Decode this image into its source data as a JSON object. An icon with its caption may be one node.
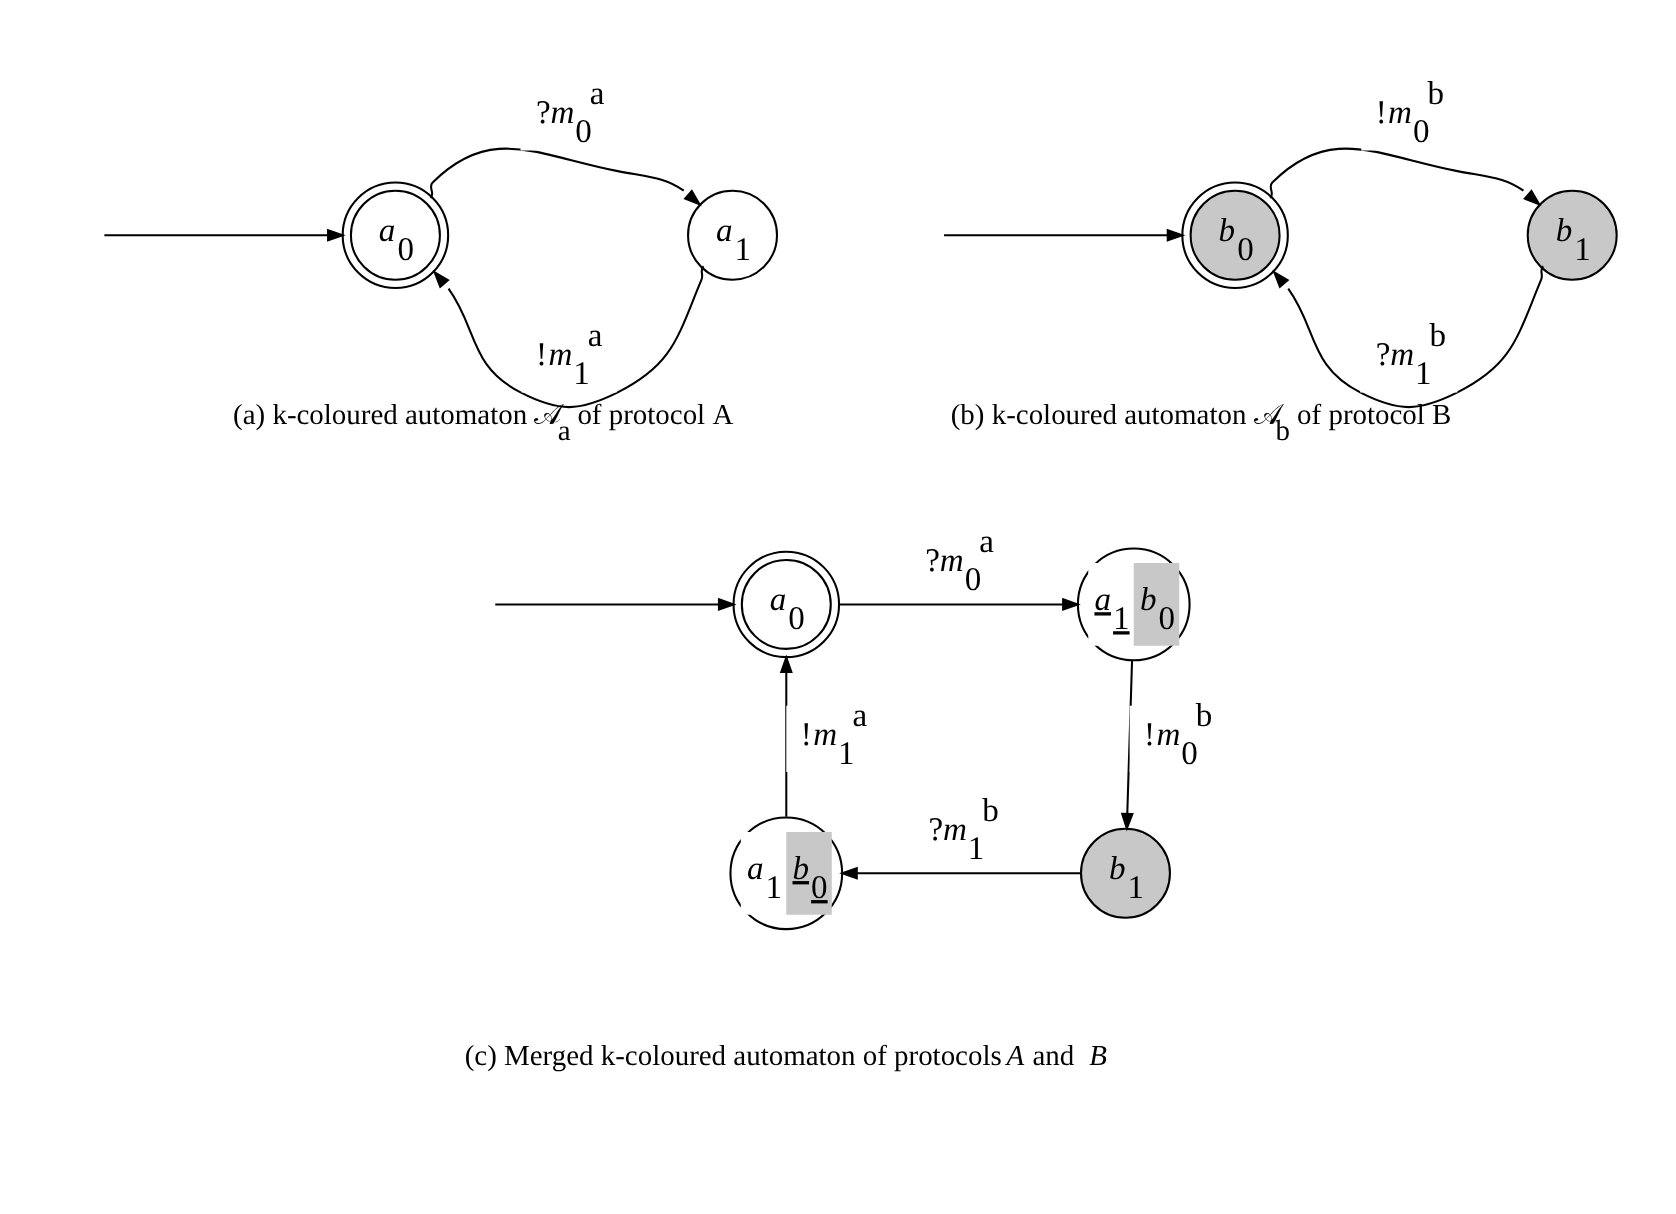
{
  "diagram": {
    "nodes": [
      {
        "text": [
          "*a*$_{0}$"
        ]
      },
      {
        "text": [
          "*a*$_{1}$"
        ]
      },
      {
        "text": [
          "*b*$_{0}$"
        ]
      },
      {
        "text": [
          "*b*$_{1}$"
        ]
      },
      {
        "text": [
          "*a*$_{0}$"
        ]
      },
      {
        "text": [
          "*a*$_{1}$",
          "*b*$_{0}$"
        ]
      },
      {
        "text": [
          "*b*$_{1}$"
        ]
      },
      {
        "text": [
          "*a*$_{1}$",
          "*b*$_{0}$"
        ]
      }
    ],
    "edges": [
      {
        "from": null,
        "to": 0,
        "arrow": "to"
      },
      {
        "from": 0,
        "to": 1,
        "arrow": "to",
        "label": "?*m*$_{0}$$^{a}$"
      },
      {
        "from": 1,
        "to": 0,
        "arrow": "to",
        "label": "!*m*$_{1}$$^{a}$"
      },
      {
        "from": null,
        "to": 2,
        "arrow": "to"
      },
      {
        "from": 2,
        "to": 3,
        "arrow": "to",
        "label": "!*m*$_{0}$$^{b}$"
      },
      {
        "from": 3,
        "to": 2,
        "arrow": "to",
        "label": "?*m*$_{1}$$^{b}$"
      },
      {
        "from": null,
        "to": 4,
        "arrow": "to"
      },
      {
        "from": 4,
        "to": 5,
        "arrow": "to",
        "label": "?*m*$_{0}$$^{a}$"
      },
      {
        "from": 5,
        "to": 6,
        "arrow": "to",
        "label": "!*m*$_{0}$$^{b}$"
      },
      {
        "from": 6,
        "to": 7,
        "arrow": "to",
        "label": "?*m*$_{1}$$^{b}$"
      },
      {
        "from": 7,
        "to": 4,
        "arrow": "to",
        "label": "!*m*$_{1}$$^{a}$"
      }
    ],
    "labels": [
      "(a) k-coloured automaton 𝒜$_{a}$ of protocol A",
      "(b) k-coloured automaton 𝒜$_{b}$ of protocol B",
      "(c) Merged k-coloured automaton of protocols *A* and *B*"
    ]
  }
}
